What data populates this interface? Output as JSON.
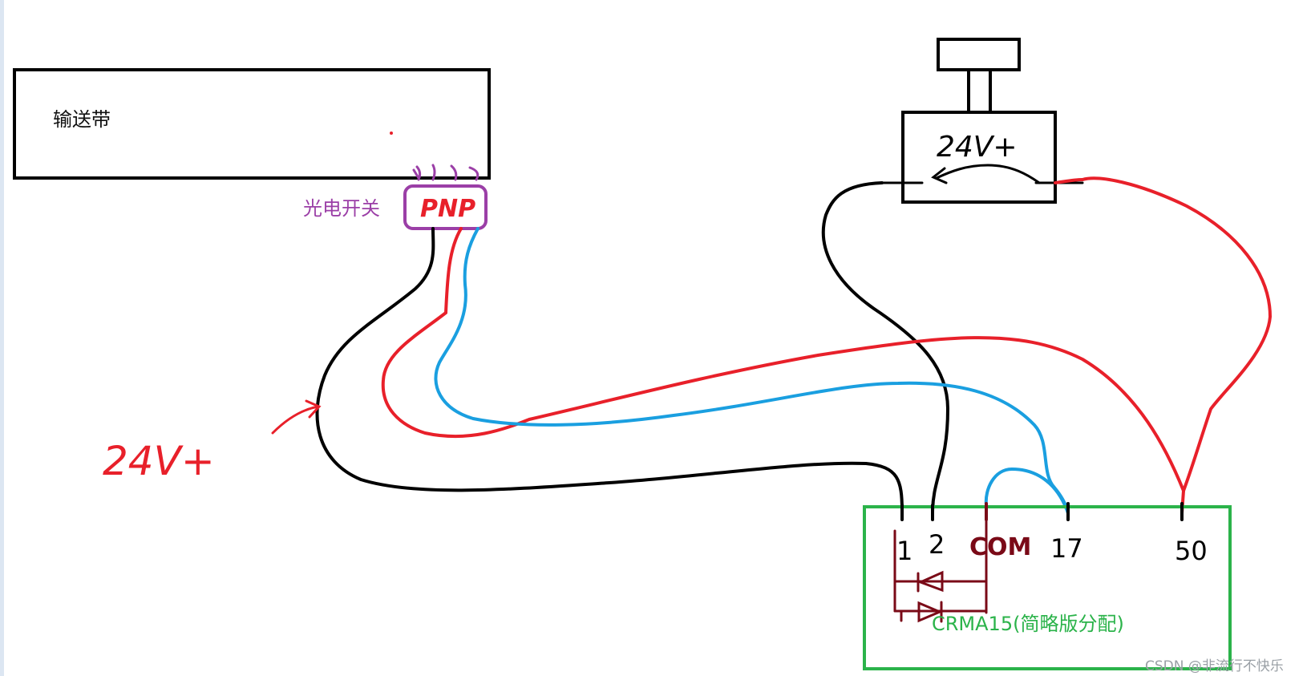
{
  "conveyor": {
    "label": "输送带"
  },
  "sensor": {
    "label": "光电开关",
    "type": "PNP"
  },
  "power": {
    "label": "24V+",
    "arrow_label": "24V+"
  },
  "module": {
    "label": "CRMA15(简略版分配)",
    "terminals": [
      "1",
      "2",
      "COM",
      "17",
      "50"
    ]
  },
  "watermark": "CSDN @非流行不快乐",
  "colors": {
    "black_wire": "#000000",
    "red_wire": "#e8202a",
    "blue_wire": "#1a9fe0",
    "sensor": "#9b3fa7",
    "module_box": "#2bb34a",
    "internal_circuit": "#7a0a17",
    "label_red": "#e8202a"
  }
}
